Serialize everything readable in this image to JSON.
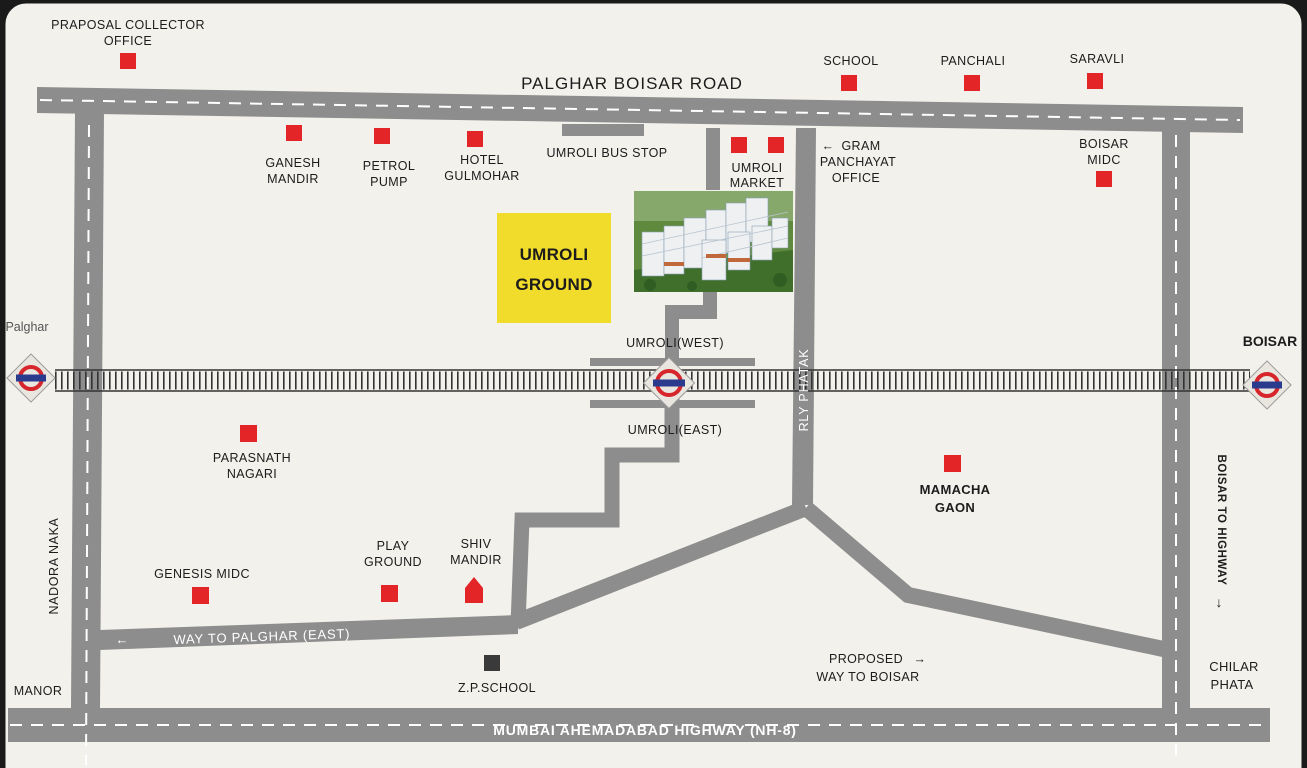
{
  "colors": {
    "background": "#f3f1ec",
    "road": "#8d8d8d",
    "marker": "#e32528",
    "ground": "#f2dc2b",
    "station_ring": "#d7262b",
    "station_bar": "#2a3a8c"
  },
  "roads": {
    "palghar_boisar": "PALGHAR BOISAR ROAD",
    "highway": "MUMBAI AHEMADABAD HIGHWAY (NH-8)",
    "way_to_palghar": "WAY TO PALGHAR (EAST)",
    "rly_phatak": "RLY PHATAK",
    "nadora_naka": "NADORA NAKA",
    "boisar_to_highway": "BOISAR TO HIGHWAY",
    "umroli_bus_stop": "UMROLI BUS STOP",
    "proposed_line1": "PROPOSED",
    "proposed_line2": "WAY TO BOISAR"
  },
  "stations": {
    "palghar": "Palghar",
    "boisar": "BOISAR",
    "umroli_west": "UMROLI(WEST)",
    "umroli_east": "UMROLI(EAST)"
  },
  "ground": {
    "line1": "UMROLI",
    "line2": "GROUND"
  },
  "places": {
    "praposal_collector": [
      "PRAPOSAL COLLECTOR",
      "OFFICE"
    ],
    "school": [
      "SCHOOL"
    ],
    "panchali": [
      "PANCHALI"
    ],
    "saravli": [
      "SARAVLI"
    ],
    "ganesh_mandir": [
      "GANESH",
      "MANDIR"
    ],
    "petrol_pump": [
      "PETROL",
      "PUMP"
    ],
    "hotel_gulmohar": [
      "HOTEL",
      "GULMOHAR"
    ],
    "umroli_market": [
      "UMROLI",
      "MARKET"
    ],
    "gram_panchayat": [
      "GRAM",
      "PANCHAYAT",
      "OFFICE"
    ],
    "boisar_midc": [
      "BOISAR",
      "MIDC"
    ],
    "parasnath_nagari": [
      "PARASNATH",
      "NAGARI"
    ],
    "mamacha_gaon": [
      "MAMACHA",
      "GAON"
    ],
    "genesis_midc": [
      "GENESIS MIDC"
    ],
    "play_ground": [
      "PLAY",
      "GROUND"
    ],
    "shiv_mandir": [
      "SHIV",
      "MANDIR"
    ],
    "zp_school": [
      "Z.P.SCHOOL"
    ],
    "manor": [
      "MANOR"
    ],
    "chilar_phata": [
      "CHILAR",
      "PHATA"
    ]
  },
  "icons": {
    "arrow_left": "←",
    "arrow_right": "→",
    "arrow_down": "↓"
  }
}
